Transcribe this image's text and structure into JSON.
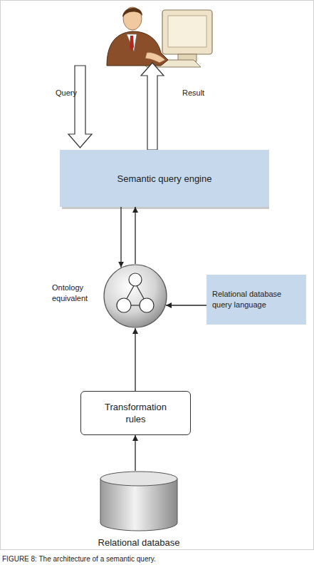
{
  "diagram": {
    "caption": "FIGURE 8: The architecture of a semantic query.",
    "nodes": [
      {
        "text": [
          "Semantic query engine"
        ]
      },
      {
        "text": [
          "Ontology equivalent"
        ]
      },
      {
        "text": [
          "Relational database query language"
        ]
      },
      {
        "text": [
          "Transformation rules"
        ]
      },
      {
        "text": [
          "Relational database"
        ]
      }
    ],
    "edges": [
      {
        "from": 0,
        "to": 1,
        "arrow": "to"
      },
      {
        "from": 1,
        "to": 0,
        "arrow": "to"
      },
      {
        "from": 2,
        "to": 1,
        "arrow": "to"
      },
      {
        "from": 3,
        "to": 1,
        "arrow": "to"
      },
      {
        "from": 4,
        "to": 3,
        "arrow": "to"
      }
    ],
    "labels": [
      "Query",
      "Result"
    ]
  }
}
